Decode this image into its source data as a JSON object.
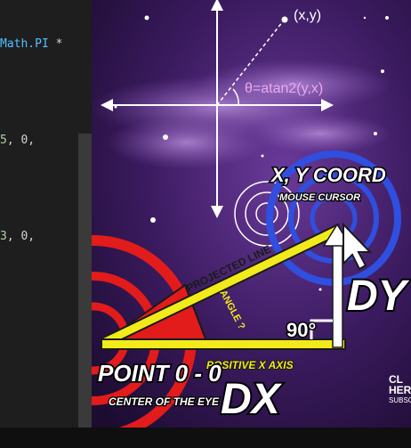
{
  "code_panel": {
    "lines": [
      {
        "prefix": "",
        "prop": "Math.PI",
        "suffix": " *"
      },
      {
        "num": "5",
        "suffix": ", 0,"
      },
      {
        "num": "3",
        "suffix": ", 0,"
      }
    ]
  },
  "diagram": {
    "point": "(x,y)",
    "theta_formula": "θ=atan2(y,x)",
    "xy_coord_title": "X, Y COORD",
    "xy_coord_sub": "MOUSE CURSOR",
    "projected_line": "PROJECTED LINE",
    "angle": "ANGLE ?",
    "right_angle": "90°",
    "dy": "DY",
    "dx": "DX",
    "positive_x": "POSITIVE X AXIS",
    "origin_title": "POINT 0 - 0",
    "origin_sub": "CENTER OF THE EYE"
  },
  "channel": {
    "line1": "CL",
    "line2": "HER",
    "line3": "SUBSC"
  },
  "colors": {
    "red": "#e21b1b",
    "yellow": "#f2ea1b",
    "blue": "#2f4fe0",
    "purple_bg": "#3a1a5e"
  }
}
